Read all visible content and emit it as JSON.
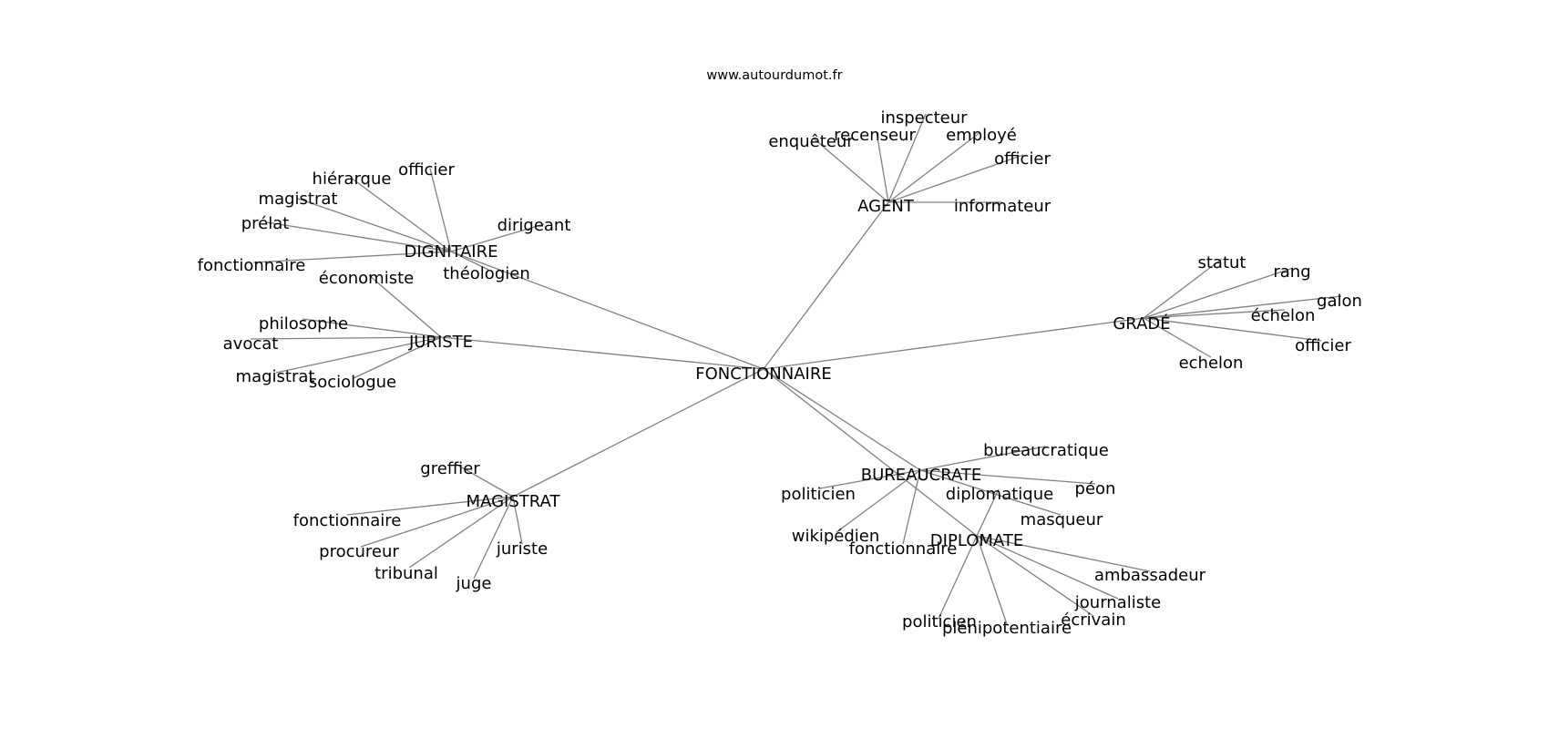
{
  "source_text": "www.autourdumot.fr",
  "graph": {
    "root": "FONCTIONNAIRE",
    "hubs": [
      {
        "label": "DIGNITAIRE",
        "leaves": [
          "officier",
          "hiérarque",
          "magistrat",
          "prélat",
          "fonctionnaire",
          "dirigeant",
          "théologien"
        ]
      },
      {
        "label": "JURISTE",
        "leaves": [
          "économiste",
          "philosophe",
          "avocat",
          "magistrat",
          "sociologue"
        ]
      },
      {
        "label": "AGENT",
        "leaves": [
          "inspecteur",
          "recenseur",
          "enquêteur",
          "employé",
          "officier",
          "informateur"
        ]
      },
      {
        "label": "GRADÉ",
        "leaves": [
          "statut",
          "rang",
          "galon",
          "échelon",
          "officier",
          "echelon"
        ]
      },
      {
        "label": "MAGISTRAT",
        "leaves": [
          "greffier",
          "fonctionnaire",
          "procureur",
          "tribunal",
          "juge",
          "juriste"
        ]
      },
      {
        "label": "BUREAUCRATE",
        "leaves": [
          "bureaucratique",
          "péon",
          "politicien",
          "wikipédien",
          "fonctionnaire",
          "masqueur"
        ]
      },
      {
        "label": "DIPLOMATE",
        "leaves": [
          "diplomatique",
          "ambassadeur",
          "journaliste",
          "écrivain",
          "plénipotentiaire",
          "politicien"
        ]
      }
    ]
  }
}
